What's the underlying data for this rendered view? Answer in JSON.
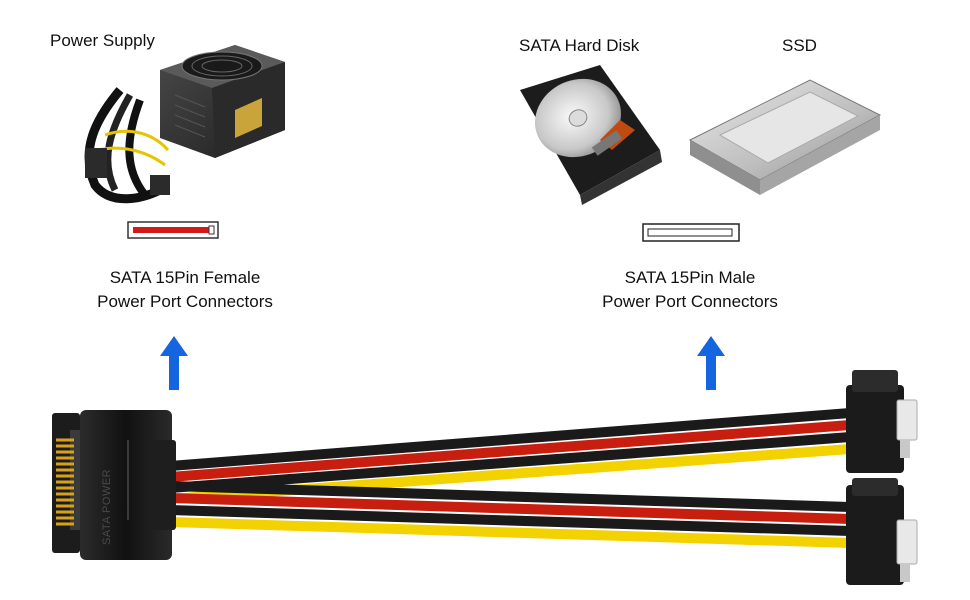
{
  "devices": {
    "power_supply_label": "Power Supply",
    "hard_disk_label": "SATA Hard Disk",
    "ssd_label": "SSD"
  },
  "captions": {
    "female_line1": "SATA 15Pin Female",
    "female_line2": "Power Port Connectors",
    "male_line1": "SATA 15Pin Male",
    "male_line2": "Power Port Connectors"
  },
  "cable": {
    "connector_text": "SATA POWER"
  },
  "colors": {
    "arrow": "#1565e0",
    "wire_black": "#1a1a1a",
    "wire_red": "#c81e10",
    "wire_yellow": "#f2d200"
  }
}
